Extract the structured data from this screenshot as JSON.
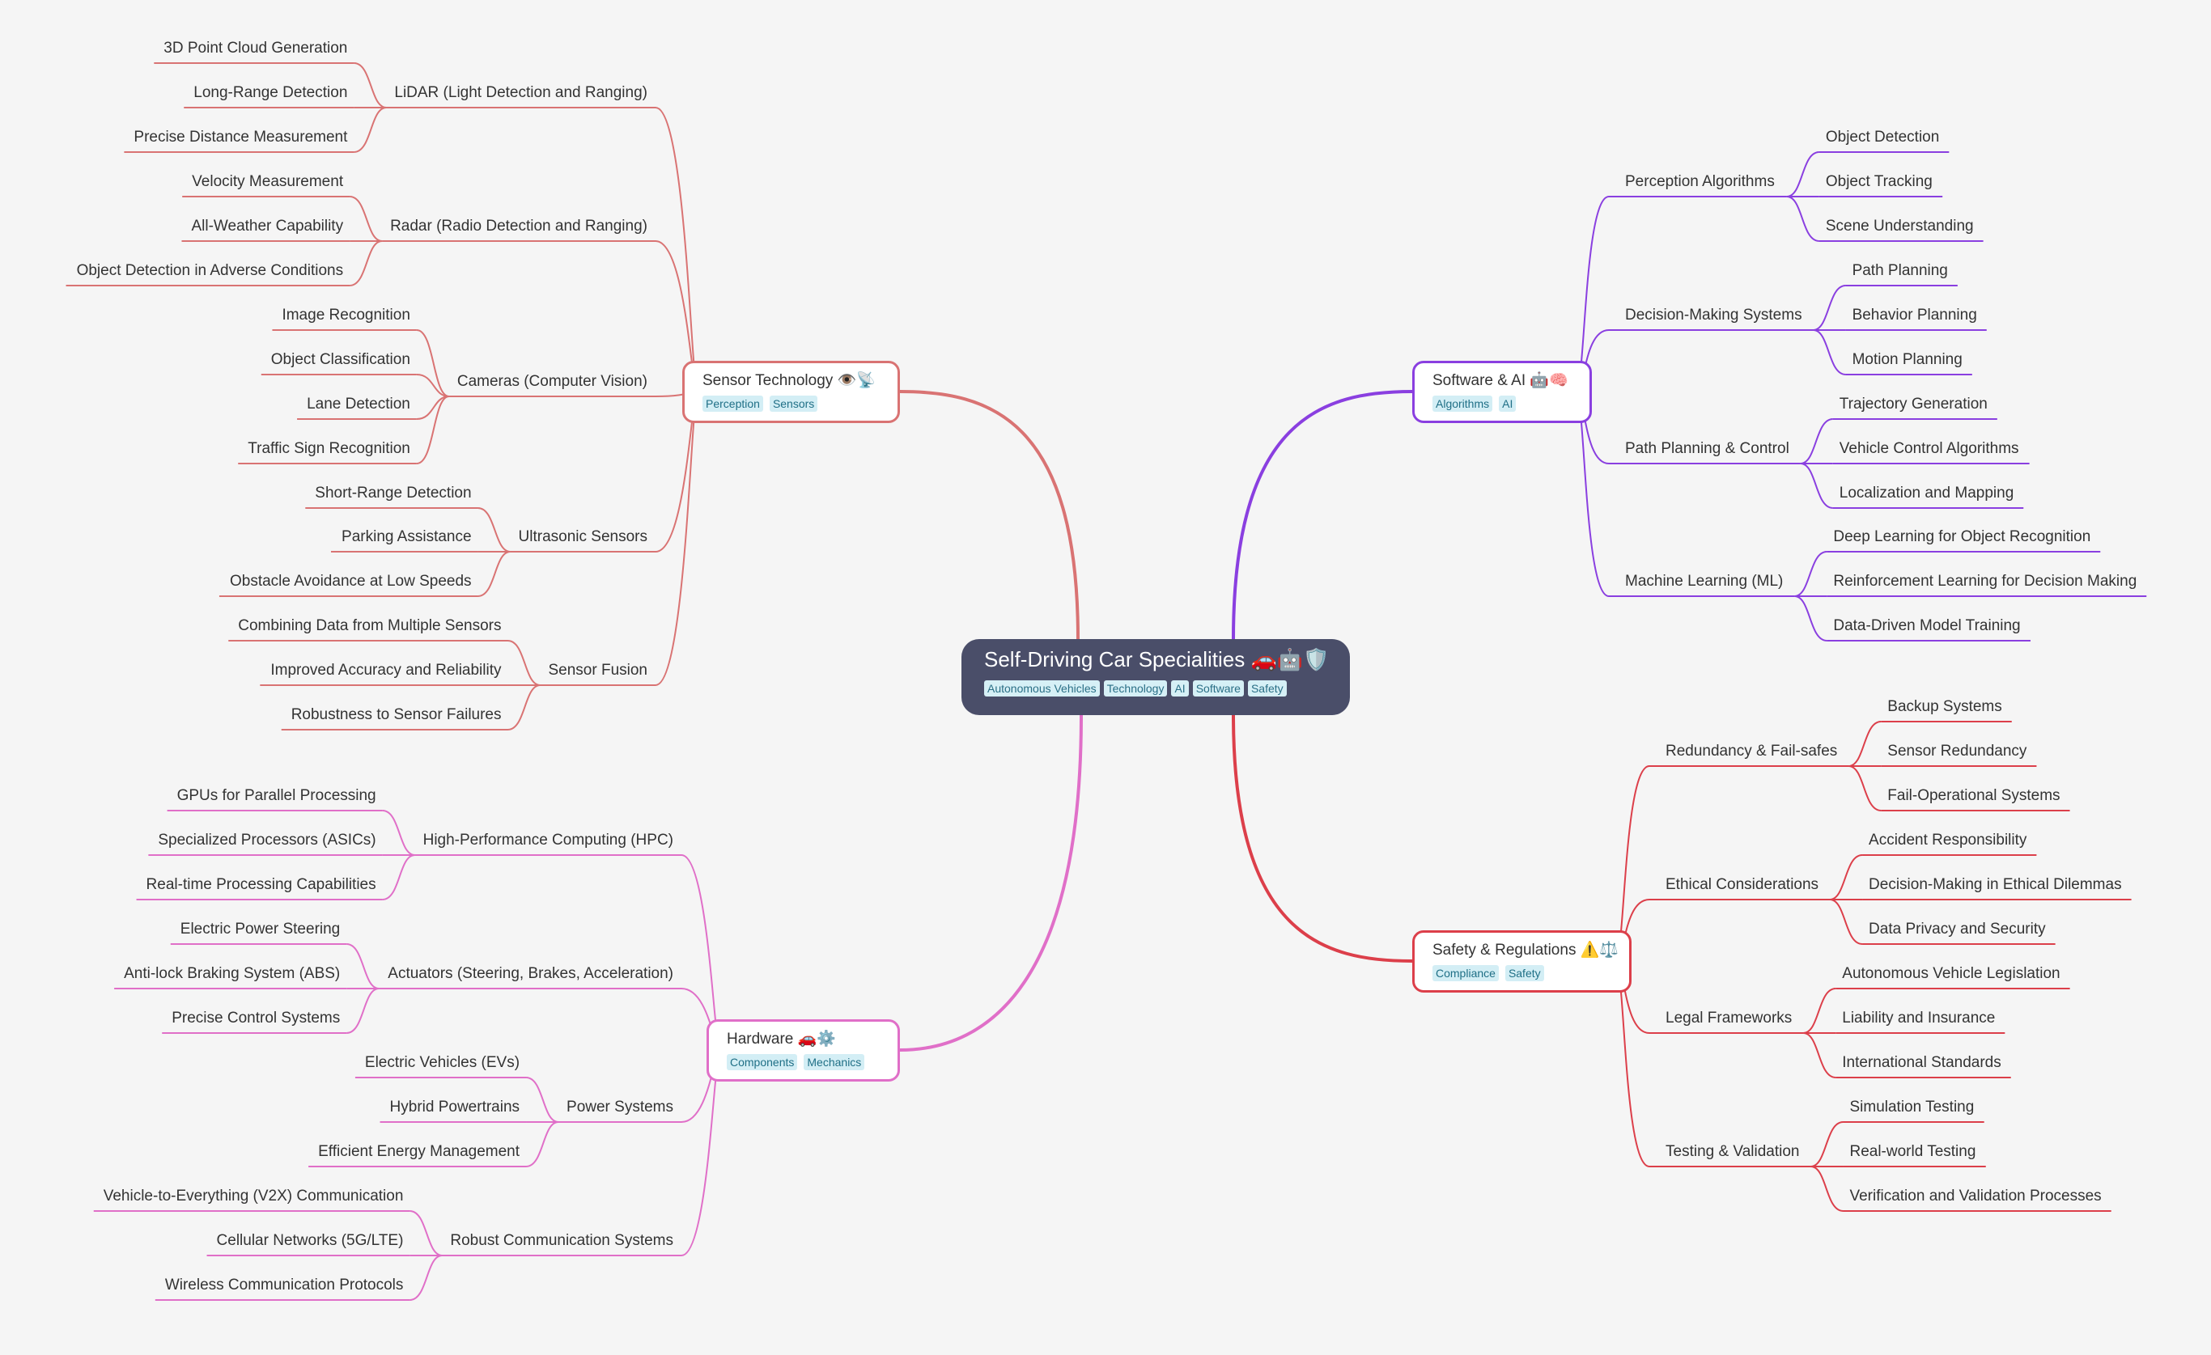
{
  "central": {
    "title": "Self-Driving Car Specialities 🚗🤖🛡️",
    "tags": [
      "Autonomous Vehicles",
      "Technology",
      "AI",
      "Software",
      "Safety"
    ]
  },
  "branches": [
    {
      "title": "Sensor Technology 👁️📡",
      "tags": [
        "Perception",
        "Sensors"
      ],
      "color": "#d97373",
      "subtopics": [
        {
          "label": "LiDAR (Light Detection and Ranging)",
          "items": [
            "3D Point Cloud Generation",
            "Long-Range Detection",
            "Precise Distance Measurement"
          ]
        },
        {
          "label": "Radar (Radio Detection and Ranging)",
          "items": [
            "Velocity Measurement",
            "All-Weather Capability",
            "Object Detection in Adverse Conditions"
          ]
        },
        {
          "label": "Cameras (Computer Vision)",
          "items": [
            "Image Recognition",
            "Object Classification",
            "Lane Detection",
            "Traffic Sign Recognition"
          ]
        },
        {
          "label": "Ultrasonic Sensors",
          "items": [
            "Short-Range Detection",
            "Parking Assistance",
            "Obstacle Avoidance at Low Speeds"
          ]
        },
        {
          "label": "Sensor Fusion",
          "items": [
            "Combining Data from Multiple Sensors",
            "Improved Accuracy and Reliability",
            "Robustness to Sensor Failures"
          ]
        }
      ]
    },
    {
      "title": "Hardware 🚗⚙️",
      "tags": [
        "Components",
        "Mechanics"
      ],
      "color": "#e06fc8",
      "subtopics": [
        {
          "label": "High-Performance Computing (HPC)",
          "items": [
            "GPUs for Parallel Processing",
            "Specialized Processors (ASICs)",
            "Real-time Processing Capabilities"
          ]
        },
        {
          "label": "Actuators (Steering, Brakes, Acceleration)",
          "items": [
            "Electric Power Steering",
            "Anti-lock Braking System (ABS)",
            "Precise Control Systems"
          ]
        },
        {
          "label": "Power Systems",
          "items": [
            "Electric Vehicles (EVs)",
            "Hybrid Powertrains",
            "Efficient Energy Management"
          ]
        },
        {
          "label": "Robust Communication Systems",
          "items": [
            "Vehicle-to-Everything (V2X) Communication",
            "Cellular Networks (5G/LTE)",
            "Wireless Communication Protocols"
          ]
        }
      ]
    },
    {
      "title": "Software & AI 🤖🧠",
      "tags": [
        "Algorithms",
        "AI"
      ],
      "color": "#8a3fe0",
      "subtopics": [
        {
          "label": "Perception Algorithms",
          "items": [
            "Object Detection",
            "Object Tracking",
            "Scene Understanding"
          ]
        },
        {
          "label": "Decision-Making Systems",
          "items": [
            "Path Planning",
            "Behavior Planning",
            "Motion Planning"
          ]
        },
        {
          "label": "Path Planning & Control",
          "items": [
            "Trajectory Generation",
            "Vehicle Control Algorithms",
            "Localization and Mapping"
          ]
        },
        {
          "label": "Machine Learning (ML)",
          "items": [
            "Deep Learning for Object Recognition",
            "Reinforcement Learning for Decision Making",
            "Data-Driven Model Training"
          ]
        }
      ]
    },
    {
      "title": "Safety & Regulations ⚠️⚖️",
      "tags": [
        "Compliance",
        "Safety"
      ],
      "color": "#dc3f4a",
      "subtopics": [
        {
          "label": "Redundancy & Fail-safes",
          "items": [
            "Backup Systems",
            "Sensor Redundancy",
            "Fail-Operational Systems"
          ]
        },
        {
          "label": "Ethical Considerations",
          "items": [
            "Accident Responsibility",
            "Decision-Making in Ethical Dilemmas",
            "Data Privacy and Security"
          ]
        },
        {
          "label": "Legal Frameworks",
          "items": [
            "Autonomous Vehicle Legislation",
            "Liability and Insurance",
            "International Standards"
          ]
        },
        {
          "label": "Testing & Validation",
          "items": [
            "Simulation Testing",
            "Real-world Testing",
            "Verification and Validation Processes"
          ]
        }
      ]
    }
  ]
}
